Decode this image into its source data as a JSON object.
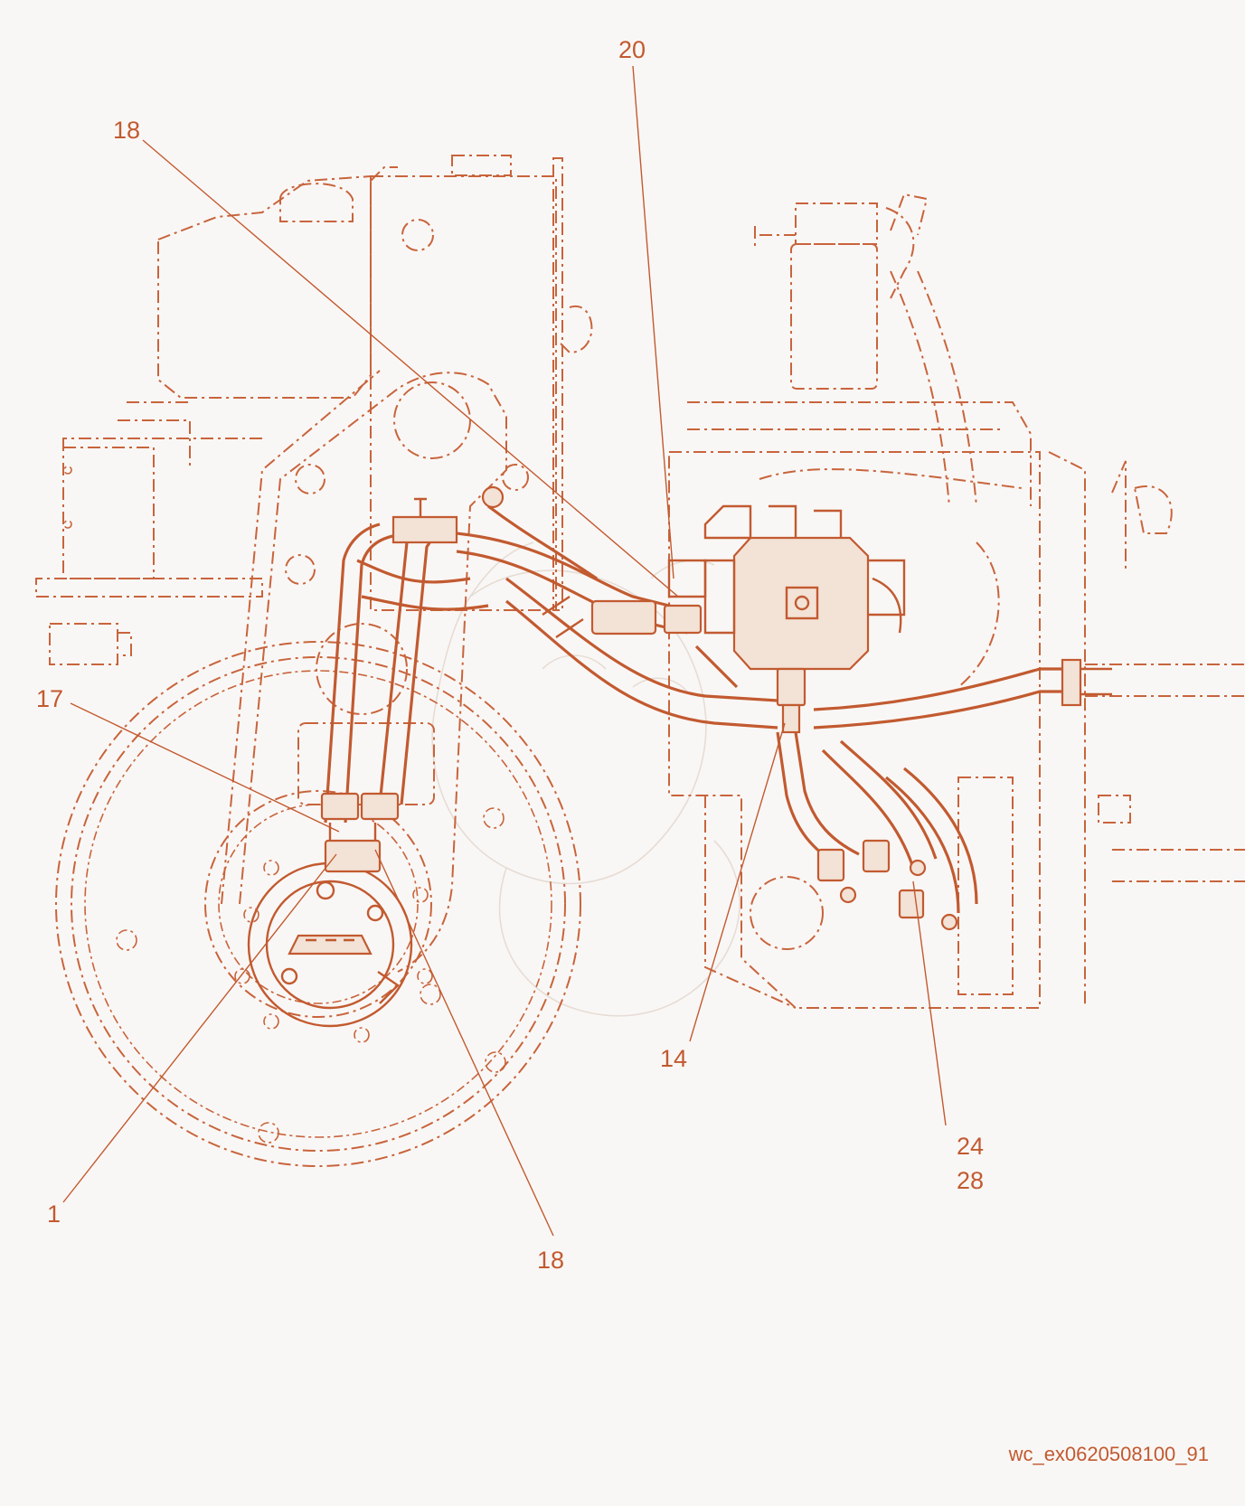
{
  "callouts": [
    {
      "id": "c20",
      "text": "20"
    },
    {
      "id": "c18a",
      "text": "18"
    },
    {
      "id": "c17",
      "text": "17"
    },
    {
      "id": "c14",
      "text": "14"
    },
    {
      "id": "c2428a",
      "text": "24"
    },
    {
      "id": "c2428b",
      "text": "28"
    },
    {
      "id": "c1",
      "text": "1"
    },
    {
      "id": "c18b",
      "text": "18"
    }
  ],
  "reference_code": "wc_ex0620508100_91",
  "colors": {
    "line": "#c25a30",
    "background": "#f9f7f5"
  }
}
